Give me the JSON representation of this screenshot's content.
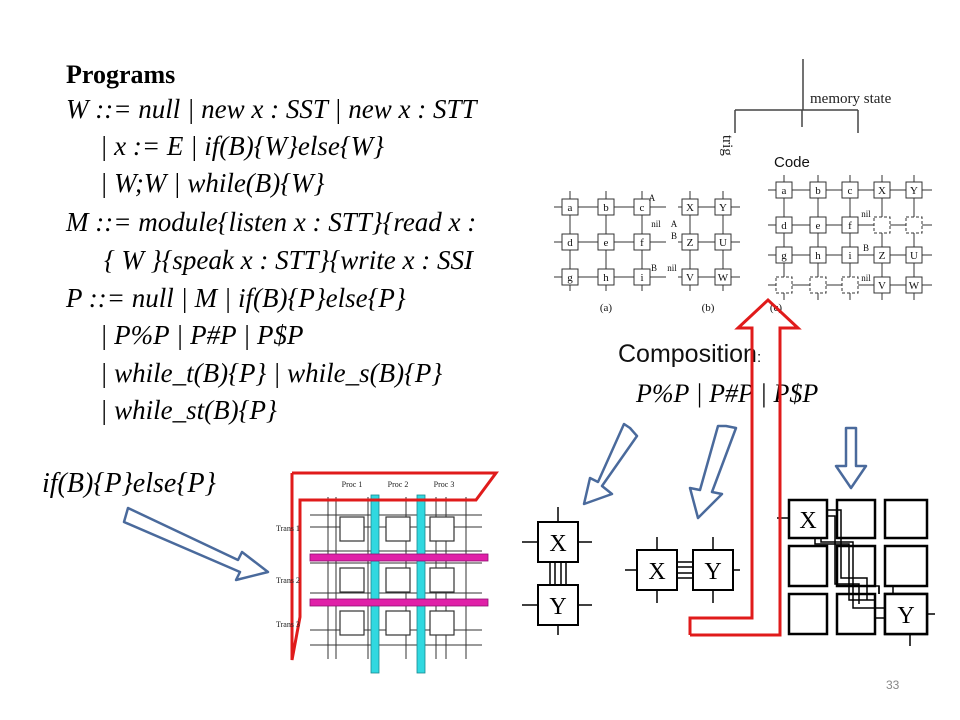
{
  "programs": {
    "heading": "Programs",
    "lines": [
      "W ::= null | new x : SST | new x : STT",
      "| x := E | if(B){W}else{W}",
      "| W;W | while(B){W}",
      "M ::= module{listen x : STT}{read x :",
      "{ W }{speak x : STT}{write x : SSI",
      "P ::= null | M | if(B){P}else{P}",
      "| P%P | P#P | P$P",
      "| while_t(B){P} | while_s(B){P}",
      "| while_st(B){P}"
    ]
  },
  "conditional_label": "if(B){P}else{P}",
  "composition": {
    "label": "Composition",
    "colon": ":",
    "operators": "P%P | P#P | P$P"
  },
  "memory_figure": {
    "memory_state": "memory state",
    "trig": "trig",
    "code": "Code",
    "grid_a": {
      "cells": [
        "a",
        "b",
        "c",
        "d",
        "e",
        "f",
        "g",
        "h",
        "i"
      ],
      "side": [
        "A",
        "nil",
        "B"
      ],
      "caption": "(a)"
    },
    "grid_b": {
      "cells": [
        "X",
        "Y",
        "Z",
        "U",
        "V",
        "W"
      ],
      "side": [
        "A",
        "B",
        "nil"
      ],
      "caption": "(b)"
    },
    "grid_c": {
      "cells": [
        "a",
        "b",
        "c",
        "X",
        "Y",
        "d",
        "e",
        "f",
        "g",
        "h",
        "i",
        "Z",
        "U",
        "V",
        "W"
      ],
      "side": [
        "nil",
        "B",
        "nil"
      ],
      "caption": "(c)"
    }
  },
  "process_grid": {
    "columns": [
      "Proc 1",
      "Proc 2",
      "Proc 3"
    ],
    "rows": [
      "Trans 1",
      "Trans 2",
      "Trans 3"
    ]
  },
  "compose_boxes": {
    "vertical": [
      "X",
      "Y"
    ],
    "horizontal": [
      "X",
      "Y"
    ],
    "grid": [
      "X",
      "Y"
    ]
  },
  "page_number": "33",
  "colors": {
    "red": "#e01b1b",
    "arrow_fill": "#ffffff",
    "arrow_stroke": "#4a6a9c",
    "magenta": "#e020a8",
    "cyan": "#30d8e0"
  }
}
